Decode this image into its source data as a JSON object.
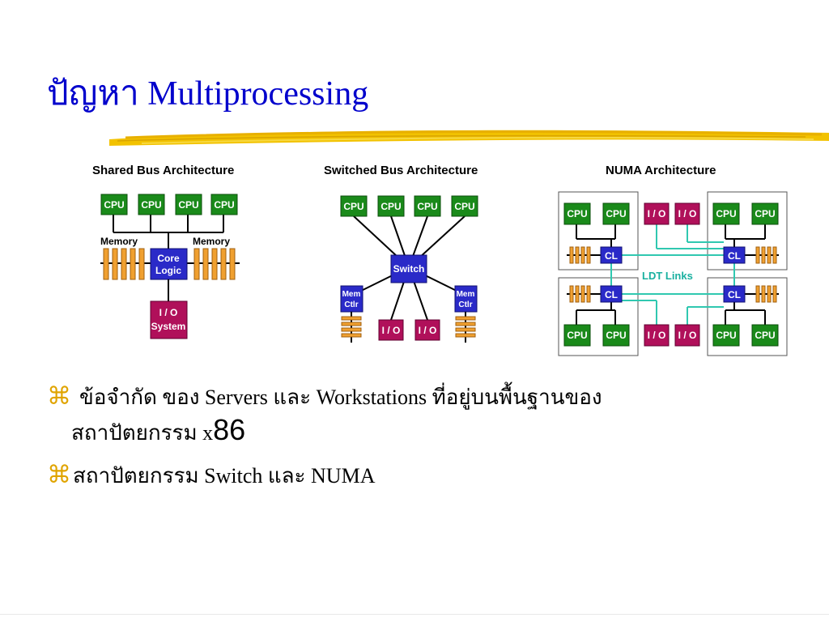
{
  "slide": {
    "title": "ปัญหา Multiprocessing"
  },
  "diagram": {
    "shared_bus": {
      "title": "Shared Bus Architecture",
      "cpu_labels": [
        "CPU",
        "CPU",
        "CPU",
        "CPU"
      ],
      "memory_left": "Memory",
      "memory_right": "Memory",
      "core_logic_line1": "Core",
      "core_logic_line2": "Logic",
      "io_line1": "I / O",
      "io_line2": "System"
    },
    "switched_bus": {
      "title": "Switched Bus Architecture",
      "cpu_labels": [
        "CPU",
        "CPU",
        "CPU",
        "CPU"
      ],
      "switch_label": "Switch",
      "memctlr_line1": "Mem",
      "memctlr_line2": "Ctlr",
      "io_labels": [
        "I / O",
        "I / O"
      ]
    },
    "numa": {
      "title": "NUMA Architecture",
      "cpu_label": "CPU",
      "io_label": "I / O",
      "cl_label": "CL",
      "ldt_label": "LDT Links"
    },
    "colors": {
      "cpu": "#1a8a1a",
      "io": "#b0105a",
      "core": "#2a2ac8",
      "memory": "#f0a030",
      "ldt": "#30c8b0"
    }
  },
  "bullets": [
    {
      "symbol": "⌘",
      "text_line1": "ข้อจำกัด ของ Servers และ Workstations ที่อยู่บนพื้นฐานของ",
      "text_line2": "สถาปัตยกรรม x",
      "text_big": "86"
    },
    {
      "symbol": "⌘",
      "text_line1": "สถาปัตยกรรม Switch และ NUMA"
    }
  ]
}
